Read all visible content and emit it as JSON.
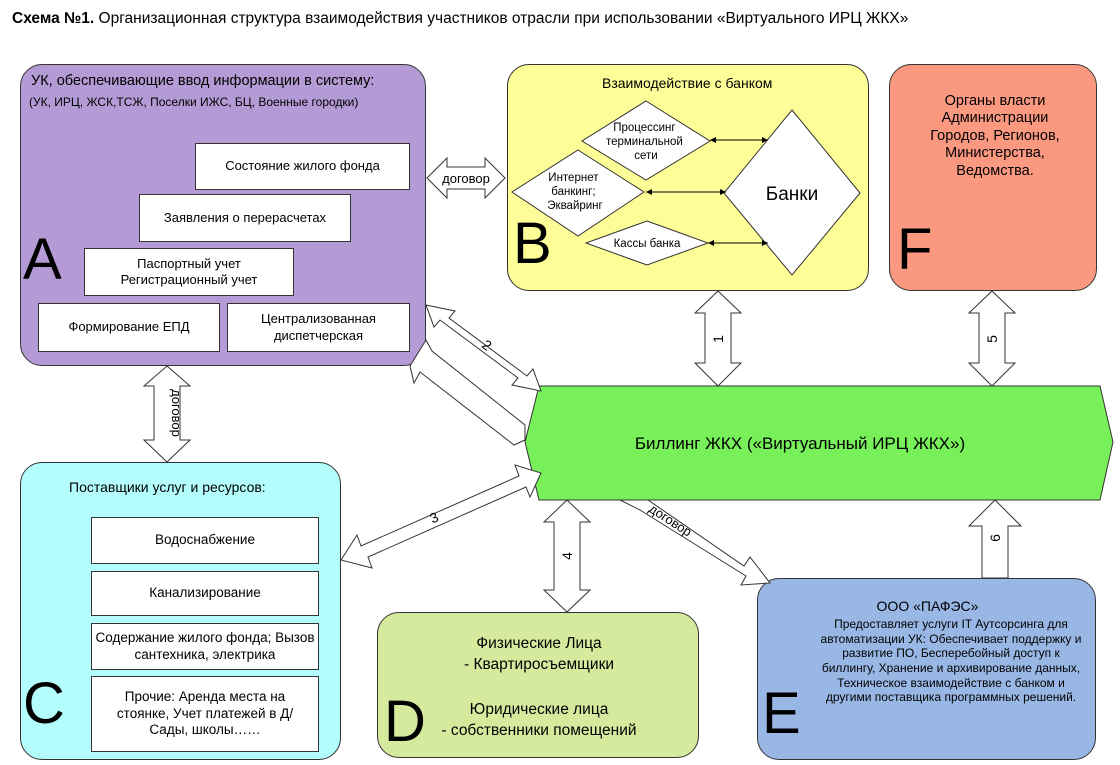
{
  "title": {
    "bold": "Схема №1.",
    "text": " Организационная структура взаимодействия участников отрасли при использовании «Виртуального ИРЦ ЖКХ»"
  },
  "colors": {
    "A": "#b59bd5",
    "B": "#fefe99",
    "F": "#fb9980",
    "C": "#b3fdfd",
    "D": "#d6ea9e",
    "E": "#99b7e5",
    "billing": "#78f05a"
  },
  "A": {
    "letter": "A",
    "header": "УК, обеспечивающие ввод информации в систему:",
    "subheader": "(УК, ИРЦ, ЖСК,ТСЖ, Поселки ИЖС, БЦ, Военные городки)",
    "items": [
      "Состояние жилого фонда",
      "Заявления о перерасчетах",
      "Паспортный учет Регистрационный учет",
      "Формирование ЕПД",
      "Централизованная диспетчерская"
    ]
  },
  "B": {
    "letter": "B",
    "header": "Взаимодействие с банком",
    "banks": "Банки",
    "items": [
      "Процессинг терминальной сети",
      "Интернет банкинг; Эквайринг",
      "Кассы банка"
    ]
  },
  "F": {
    "letter": "F",
    "text": "Органы власти Администрации Городов, Регионов, Министерства, Ведомства."
  },
  "C": {
    "letter": "C",
    "header": "Поставщики услуг и ресурсов:",
    "items": [
      "Водоснабжение",
      "Канализирование",
      "Содержание жилого фонда; Вызов сантехника, электрика",
      "Прочие: Аренда места на стоянке, Учет платежей в Д/Сады, школы……"
    ]
  },
  "D": {
    "letter": "D",
    "line1": "Физические Лица",
    "line2": "- Квартиросъемщики",
    "line3": "Юридические лица",
    "line4": "- собственники помещений"
  },
  "E": {
    "letter": "E",
    "title": "ООО «ПАФЭС»",
    "text": "Предоставляет услуги IT Аутсорсинга для автоматизации УК: Обеспечивает поддержку и развитие ПО, Бесперебойный доступ к биллингу, Хранение и архивирование данных, Техническое взаимодействие с банком и другими поставщика программных решений."
  },
  "billing": "Биллинг ЖКХ («Виртуальный ИРЦ ЖКХ»)",
  "arrows": {
    "a1": "1",
    "a2": "2",
    "a3": "3",
    "a4": "4",
    "a5": "5",
    "a6": "6",
    "dogovor": "договор"
  }
}
